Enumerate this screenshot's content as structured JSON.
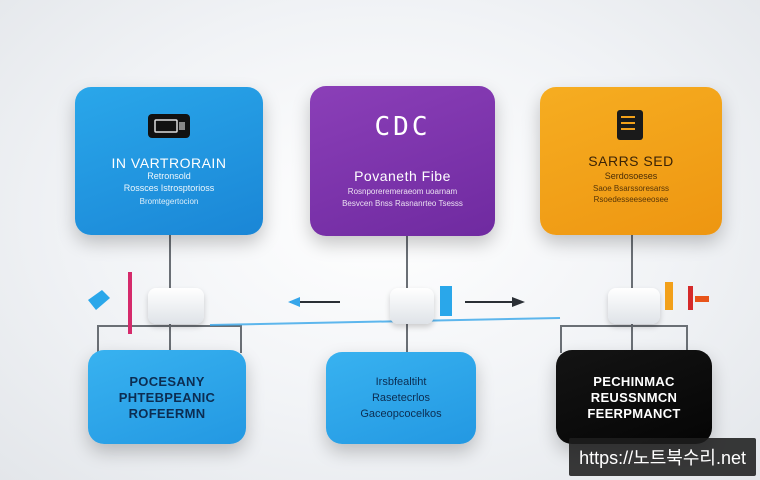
{
  "top_cards": [
    {
      "id": "left",
      "color": "#1f95e0",
      "icon": "usb-drive-icon",
      "title": "IN VARTRORAIN",
      "lines": [
        "Retronsold",
        "Rossces Istrosptorioss",
        "Bromtegertocion"
      ]
    },
    {
      "id": "center",
      "color": "#7a33aa",
      "logo": "CDC",
      "title": "Povaneth Fibe",
      "lines": [
        "Rosnporeremeraeom uoarnam",
        "Besvcen Bnss Rasnanrteo Tsesss"
      ]
    },
    {
      "id": "right",
      "color": "#f2a01a",
      "icon": "server-icon",
      "title": "SARRS SED",
      "lines": [
        "Serdosoeses",
        "Saoe Bsarssoresarss",
        "Rsoedesseeseeosee"
      ]
    }
  ],
  "bottom_cards": [
    {
      "id": "left",
      "color": "#2b9fe8",
      "lines": [
        "POCESANY",
        "PHTEBPEANIC",
        "ROFEERMN"
      ]
    },
    {
      "id": "center",
      "color": "#2b9fe8",
      "lines": [
        "Irsbfealtiht",
        "Rasetecrlos",
        "Gaceopcocelkos"
      ]
    },
    {
      "id": "right",
      "color": "#0a0a0a",
      "lines": [
        "PECHINMAC",
        "REUSSNMCN",
        "FEERPMANCT"
      ]
    }
  ],
  "watermark": "https://노트북수리.net"
}
